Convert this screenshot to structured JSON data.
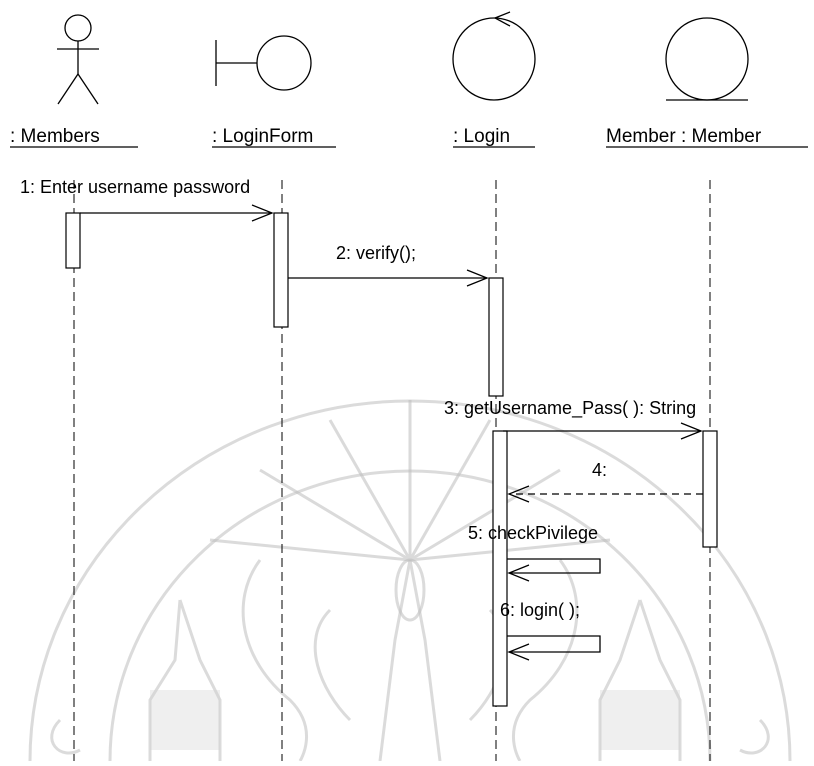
{
  "objects": [
    {
      "id": "members",
      "label": ": Members",
      "kind": "actor"
    },
    {
      "id": "loginform",
      "label": ": LoginForm",
      "kind": "boundary"
    },
    {
      "id": "login",
      "label": ": Login",
      "kind": "control"
    },
    {
      "id": "member",
      "label": "Member : Member",
      "kind": "entity"
    }
  ],
  "messages": [
    {
      "id": "m1",
      "label": "1: Enter username password",
      "type": "synchronous"
    },
    {
      "id": "m2",
      "label": "2: verify();",
      "type": "synchronous"
    },
    {
      "id": "m3",
      "label": "3: getUsername_Pass( ): String",
      "type": "synchronous"
    },
    {
      "id": "m4",
      "label": "4:",
      "type": "return"
    },
    {
      "id": "m5",
      "label": "5: checkPivilege",
      "type": "self"
    },
    {
      "id": "m6",
      "label": "6: login( );",
      "type": "self"
    }
  ],
  "watermark": {
    "icon": "university-emblem-watermark-icon"
  }
}
